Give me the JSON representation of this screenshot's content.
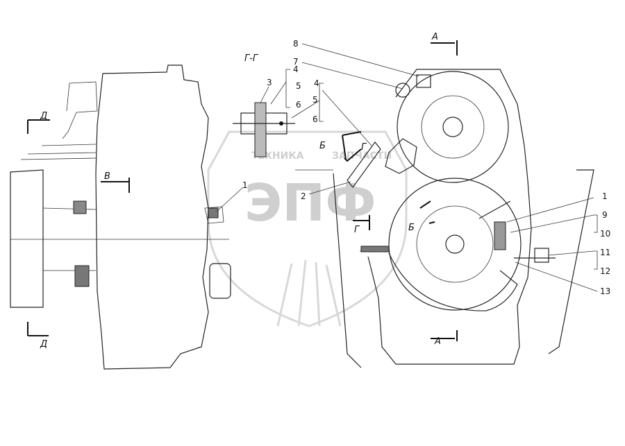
{
  "watermark": {
    "logo_text": "ЭПФ",
    "subtext_left": "ТЕХНИКА",
    "subtext_right": "ЗАПЧАСТИ"
  },
  "section_labels": {
    "gg": "Г-Г",
    "a_top": "А",
    "a_bottom": "А",
    "d_top": "Д",
    "d_bottom": "Д",
    "v": "В",
    "b_upper": "Б",
    "b_lower": "Б",
    "g_upper": "Г",
    "g_lower": "Г"
  },
  "callouts": [
    {
      "id": "n8",
      "text": "8"
    },
    {
      "id": "n7",
      "text": "7"
    },
    {
      "id": "n4a",
      "text": "4"
    },
    {
      "id": "n5a",
      "text": "5"
    },
    {
      "id": "n6a",
      "text": "6"
    },
    {
      "id": "n3",
      "text": "3"
    },
    {
      "id": "n4b",
      "text": "4"
    },
    {
      "id": "n5b",
      "text": "5"
    },
    {
      "id": "n6b",
      "text": "6"
    },
    {
      "id": "n1a",
      "text": "1"
    },
    {
      "id": "n2",
      "text": "2"
    },
    {
      "id": "n1b",
      "text": "1"
    },
    {
      "id": "n9",
      "text": "9"
    },
    {
      "id": "n10",
      "text": "10"
    },
    {
      "id": "n11",
      "text": "11"
    },
    {
      "id": "n12",
      "text": "12"
    },
    {
      "id": "n13",
      "text": "13"
    }
  ]
}
